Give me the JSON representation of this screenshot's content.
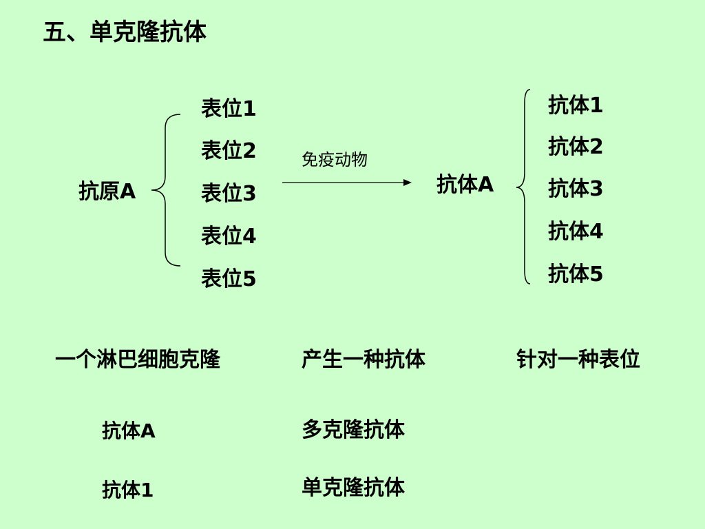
{
  "title": "五、单克隆抗体",
  "antigen": "抗原A",
  "epitopes": [
    "表位1",
    "表位2",
    "表位3",
    "表位4",
    "表位5"
  ],
  "arrow_label": "免疫动物",
  "antibody_main": "抗体A",
  "antibodies": [
    "抗体1",
    "抗体2",
    "抗体3",
    "抗体4",
    "抗体5"
  ],
  "statements": [
    "一个淋巴细胞克隆",
    "产生一种抗体",
    "针对一种表位"
  ],
  "pairs": [
    {
      "left": "抗体A",
      "right": "多克隆抗体"
    },
    {
      "left": "抗体1",
      "right": "单克隆抗体"
    }
  ],
  "colors": {
    "background": "#ccffcc",
    "text": "#000000",
    "lines": "#000000"
  }
}
